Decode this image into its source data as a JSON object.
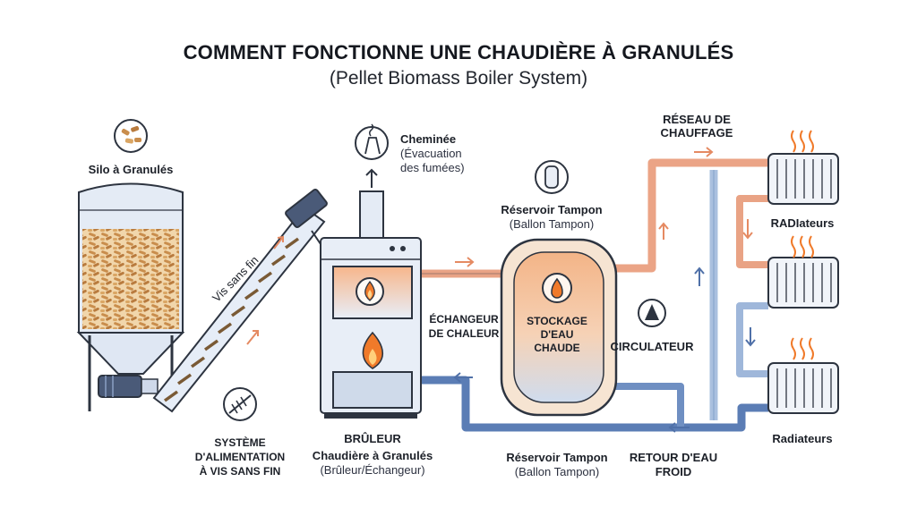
{
  "title": "COMMENT FONCTIONNE UNE CHAUDIÈRE À GRANULÉS",
  "subtitle": "(Pellet Biomass Boiler System)",
  "silo": {
    "label": "Silo à Granulés",
    "icon": "pellets-icon"
  },
  "auger": {
    "label": "Vis sans fin",
    "feed_system_lines": [
      "SYSTÈME",
      "D'ALIMENTATION",
      "À VIS SANS FIN"
    ],
    "icon": "screw-icon"
  },
  "chimney": {
    "label": "Cheminée",
    "sub_lines": [
      "(Évacuation",
      "des fumées)"
    ],
    "icon": "chimney-icon"
  },
  "boiler": {
    "burner_label": "BRÛLEUR",
    "label": "Chaudière à Granulés",
    "sub": "(Brûleur/Échangeur)",
    "exchanger_lines": [
      "ÉCHANGEUR",
      "DE CHALEUR"
    ],
    "flame_icon": "flame-icon"
  },
  "tank": {
    "top_label": "Réservoir Tampon",
    "top_sub": "(Ballon Tampon)",
    "inner_lines": [
      "STOCKAGE",
      "D'EAU",
      "CHAUDE"
    ],
    "bottom_label": "Réservoir Tampon",
    "bottom_sub": "(Ballon Tampon)",
    "icon": "water-drop-icon"
  },
  "circulator": {
    "label": "CIRCULATEUR"
  },
  "network": {
    "label_lines": [
      "RÉSEAU DE",
      "CHAUFFAGE"
    ]
  },
  "return": {
    "label_lines": [
      "RETOUR D'EAU",
      "FROID"
    ]
  },
  "radiators": {
    "label_top": "RADIateurs",
    "label_bottom": "Radiateurs"
  },
  "colors": {
    "hot_pipe": "#e8a88a",
    "cold_pipe": "#5c7fb8",
    "outline": "#2d3440",
    "body_fill": "#e9eef6",
    "pellet": "#d9a86a",
    "flame": "#f07a2a",
    "tank_hot": "#f4c9a6"
  }
}
